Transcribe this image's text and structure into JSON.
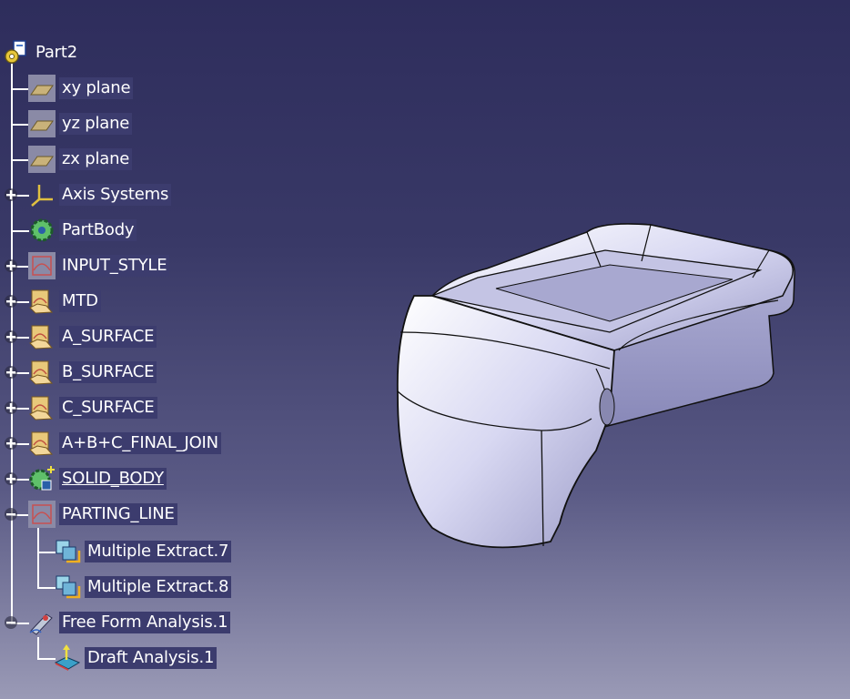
{
  "tree": {
    "root": {
      "label": "Part2",
      "icon": "part-icon"
    },
    "items": [
      {
        "label": "xy plane",
        "icon": "plane-icon",
        "expander": "none"
      },
      {
        "label": "yz plane",
        "icon": "plane-icon",
        "expander": "none"
      },
      {
        "label": "zx plane",
        "icon": "plane-icon",
        "expander": "none"
      },
      {
        "label": "Axis Systems",
        "icon": "axis-system-icon",
        "expander": "plus"
      },
      {
        "label": "PartBody",
        "icon": "gear-icon",
        "expander": "none"
      },
      {
        "label": "INPUT_STYLE",
        "icon": "geometrical-set-icon",
        "expander": "plus"
      },
      {
        "label": "MTD",
        "icon": "geometrical-set-hand-icon",
        "expander": "plus"
      },
      {
        "label": "A_SURFACE",
        "icon": "geometrical-set-hand-icon",
        "expander": "plus"
      },
      {
        "label": "B_SURFACE",
        "icon": "geometrical-set-hand-icon",
        "expander": "plus"
      },
      {
        "label": "C_SURFACE",
        "icon": "geometrical-set-hand-icon",
        "expander": "plus"
      },
      {
        "label": "A+B+C_FINAL_JOIN",
        "icon": "geometrical-set-hand-icon",
        "expander": "plus"
      },
      {
        "label": "SOLID_BODY",
        "icon": "body-gear-icon",
        "expander": "plus"
      },
      {
        "label": "PARTING_LINE",
        "icon": "geometrical-set-icon",
        "expander": "minus"
      },
      {
        "label": "Multiple Extract.7",
        "icon": "extract-icon",
        "expander": "none"
      },
      {
        "label": "Multiple Extract.8",
        "icon": "extract-icon",
        "expander": "none"
      },
      {
        "label": "Free Form Analysis.1",
        "icon": "free-form-analysis-icon",
        "expander": "minus"
      },
      {
        "label": "Draft Analysis.1",
        "icon": "draft-analysis-icon",
        "expander": "none"
      }
    ]
  },
  "colors": {
    "background_top": "#2e2d5c",
    "background_bottom": "#9a9ab6",
    "label_bg": "#3c3c6e",
    "model_face": "#d6d6ee",
    "model_edge": "#111111"
  }
}
